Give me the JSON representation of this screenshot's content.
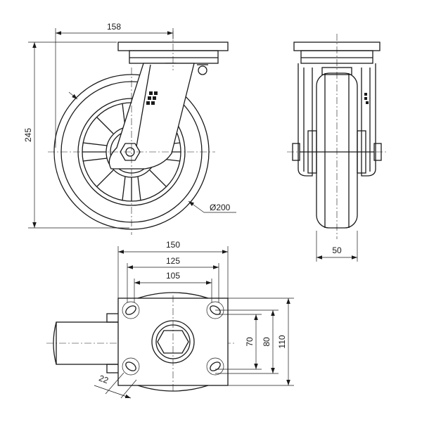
{
  "dimensions": {
    "plate_offset": "158",
    "height": "245",
    "wheel_diameter": "Ø200",
    "wheel_width": "50",
    "plate_length": "150",
    "hole_spacing_long_outer": "125",
    "hole_spacing_long_inner": "105",
    "plate_width": "110",
    "hole_spacing_wide_outer": "80",
    "hole_spacing_wide_inner": "70",
    "slot_size": "22"
  }
}
